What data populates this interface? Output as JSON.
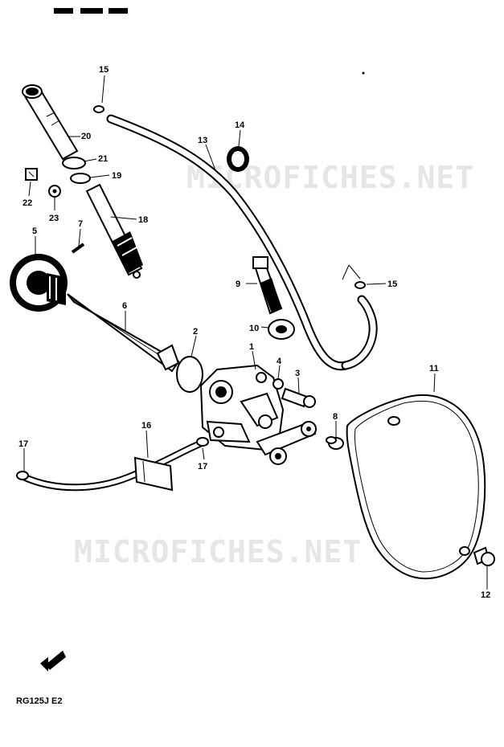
{
  "watermark": {
    "line1": "MICROFICHES.NET",
    "line2": "MICROFICHES.NET"
  },
  "model_code": "RG125J E2",
  "parts": [
    {
      "id": "p1",
      "number": "1"
    },
    {
      "id": "p2",
      "number": "2"
    },
    {
      "id": "p3",
      "number": "3"
    },
    {
      "id": "p4",
      "number": "4"
    },
    {
      "id": "p5",
      "number": "5"
    },
    {
      "id": "p6",
      "number": "6"
    },
    {
      "id": "p7",
      "number": "7"
    },
    {
      "id": "p8",
      "number": "8"
    },
    {
      "id": "p9",
      "number": "9"
    },
    {
      "id": "p10",
      "number": "10"
    },
    {
      "id": "p11",
      "number": "11"
    },
    {
      "id": "p12",
      "number": "12"
    },
    {
      "id": "p13",
      "number": "13"
    },
    {
      "id": "p14",
      "number": "14"
    },
    {
      "id": "p15a",
      "number": "15"
    },
    {
      "id": "p15b",
      "number": "15"
    },
    {
      "id": "p16",
      "number": "16"
    },
    {
      "id": "p17a",
      "number": "17"
    },
    {
      "id": "p17b",
      "number": "17"
    },
    {
      "id": "p18",
      "number": "18"
    },
    {
      "id": "p19",
      "number": "19"
    },
    {
      "id": "p20",
      "number": "20"
    },
    {
      "id": "p21",
      "number": "21"
    },
    {
      "id": "p22",
      "number": "22"
    },
    {
      "id": "p23",
      "number": "23"
    }
  ]
}
